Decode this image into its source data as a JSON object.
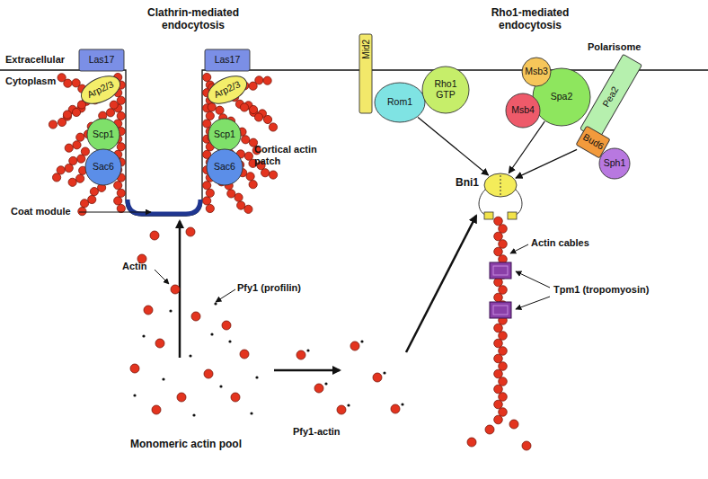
{
  "diagram": {
    "nodes": [
      {
        "text": [
          "Las17"
        ]
      },
      {
        "text": [
          "Arp2/3"
        ]
      },
      {
        "text": [
          "Scp1"
        ]
      },
      {
        "text": [
          "Sac6"
        ]
      },
      {
        "text": [
          "Las17"
        ]
      },
      {
        "text": [
          "Arp2/3"
        ]
      },
      {
        "text": [
          "Scp1"
        ]
      },
      {
        "text": [
          "Sac6"
        ]
      },
      {
        "text": [
          "Mid2"
        ]
      },
      {
        "text": [
          "Rom1"
        ]
      },
      {
        "text": [
          "Rho1 GTP"
        ]
      },
      {
        "text": [
          "Pea2"
        ]
      },
      {
        "text": [
          "Spa2"
        ]
      },
      {
        "text": [
          "Msb3"
        ]
      },
      {
        "text": [
          "Msb4"
        ]
      },
      {
        "text": [
          "Bud6"
        ]
      },
      {
        "text": [
          "Sph1"
        ]
      },
      {
        "text": [
          "Bni1"
        ]
      }
    ],
    "edges": [
      {
        "from": 9,
        "to": 17,
        "arrow": "to"
      },
      {
        "from": 12,
        "to": 17,
        "arrow": "to"
      },
      {
        "from": 15,
        "to": 17,
        "arrow": "to"
      }
    ],
    "labels": [
      "Clathrin-mediated endocytosis",
      "Rho1-mediated endocytosis",
      "Extracellular",
      "Cytoplasm",
      "Polarisome",
      "Cortical actin patch",
      "Coat module",
      "Actin",
      "Pfy1 (profilin)",
      "Monomeric actin pool",
      "Pfy1-actin",
      "Actin cables",
      "Tpm1 (tropomyosin)"
    ]
  }
}
